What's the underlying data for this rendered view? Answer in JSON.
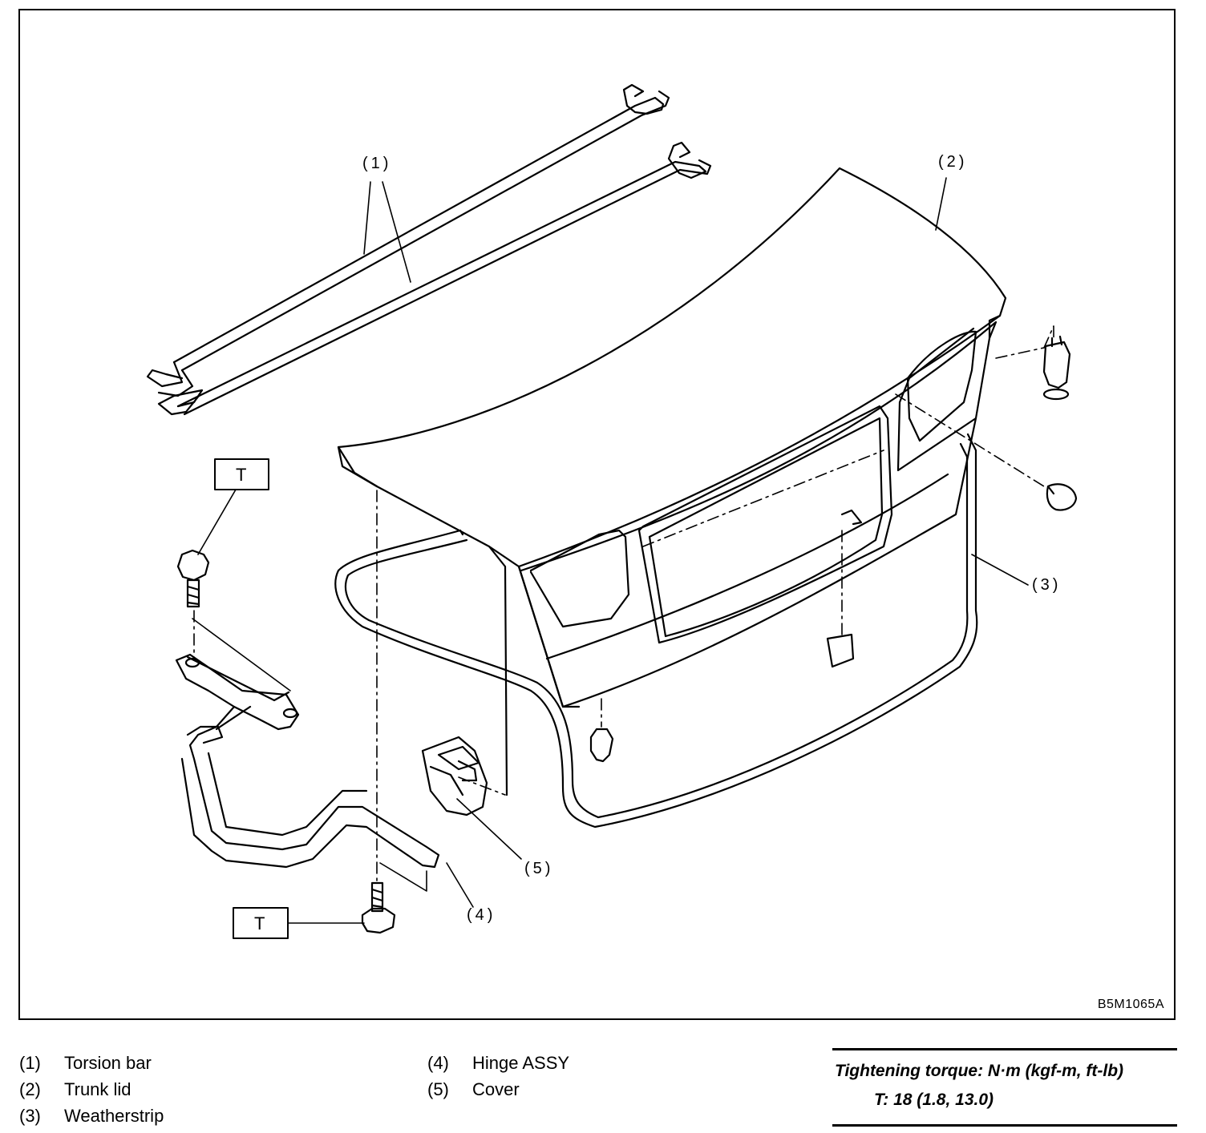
{
  "figure": {
    "code": "B5M1065A",
    "callouts": [
      "(1)",
      "(2)",
      "(3)",
      "(4)",
      "(5)"
    ],
    "torque_marks": [
      "T",
      "T"
    ]
  },
  "legend": {
    "left": [
      {
        "num": "(1)",
        "name": "Torsion bar"
      },
      {
        "num": "(2)",
        "name": "Trunk lid"
      },
      {
        "num": "(3)",
        "name": "Weatherstrip"
      }
    ],
    "right": [
      {
        "num": "(4)",
        "name": "Hinge ASSY"
      },
      {
        "num": "(5)",
        "name": "Cover"
      }
    ]
  },
  "torque": {
    "title": "Tightening torque: N·m (kgf-m, ft-lb)",
    "value": "T: 18 (1.8, 13.0)"
  }
}
